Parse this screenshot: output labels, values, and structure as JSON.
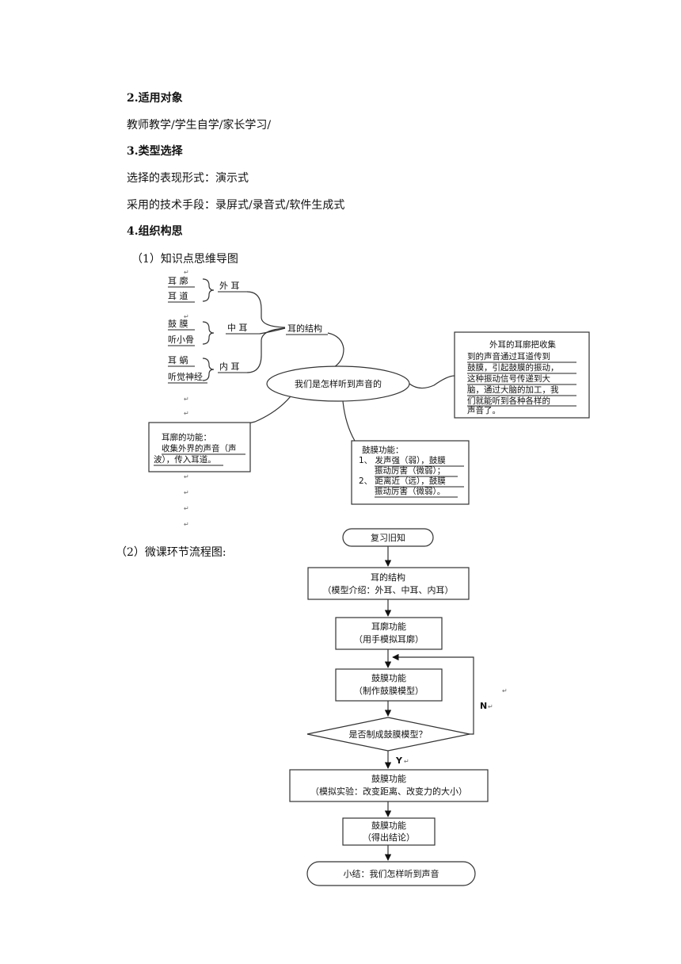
{
  "sections": {
    "s2_title": "2.适用对象",
    "s2_text": "教师教学/学生自学/家长学习/",
    "s3_title": "3.类型选择",
    "s3_line1": "选择的表现形式：演示式",
    "s3_line2": "采用的技术手段：录屏式/录音式/软件生成式",
    "s4_title": "4.组织构思",
    "sub1": "（1）知识点思维导图",
    "sub2": "（2）微课环节流程图:"
  },
  "mindmap": {
    "outer_parts": [
      "耳 廓",
      "耳 道"
    ],
    "outer_label": "外 耳",
    "middle_parts": [
      "鼓 膜",
      "听小骨"
    ],
    "middle_label": "中 耳",
    "inner_parts": [
      "耳 蜗",
      "听觉神经"
    ],
    "inner_label": "内 耳",
    "structure_label": "耳的结构",
    "center": "我们是怎样听到声音的",
    "right_box": [
      "外耳的耳廓把收集",
      "到的声音通过耳道传到",
      "鼓膜，引起鼓膜的振动，",
      "这种振动信号传递到大",
      "脑，通过大脑的加工，我",
      "们就能听到各种各样的",
      "声音了。"
    ],
    "left_box": [
      "耳廓的功能：",
      "收集外界的声音（声",
      "波），传入耳道。"
    ],
    "mid_box": [
      "鼓膜功能：",
      "1、 发声强（弱），鼓膜",
      "振动厉害（微弱）；",
      "2、 距离近（远），鼓膜",
      "振动厉害（微弱）。"
    ]
  },
  "flow": {
    "start": "复习旧知",
    "step1": [
      "耳的结构",
      "（模型介绍：外耳、中耳、内耳）"
    ],
    "step2": [
      "耳廓功能",
      "（用手模拟耳廓）"
    ],
    "step3": [
      "鼓膜功能",
      "（制作鼓膜模型）"
    ],
    "decision": "是否制成鼓膜模型？",
    "no_label": "N",
    "yes_label": "Y",
    "step4": [
      "鼓膜功能",
      "（模拟实验：改变距离、改变力的大小）"
    ],
    "step5": [
      "鼓膜功能",
      "（得出结论）"
    ],
    "end": "小结：我们怎样听到声音"
  }
}
